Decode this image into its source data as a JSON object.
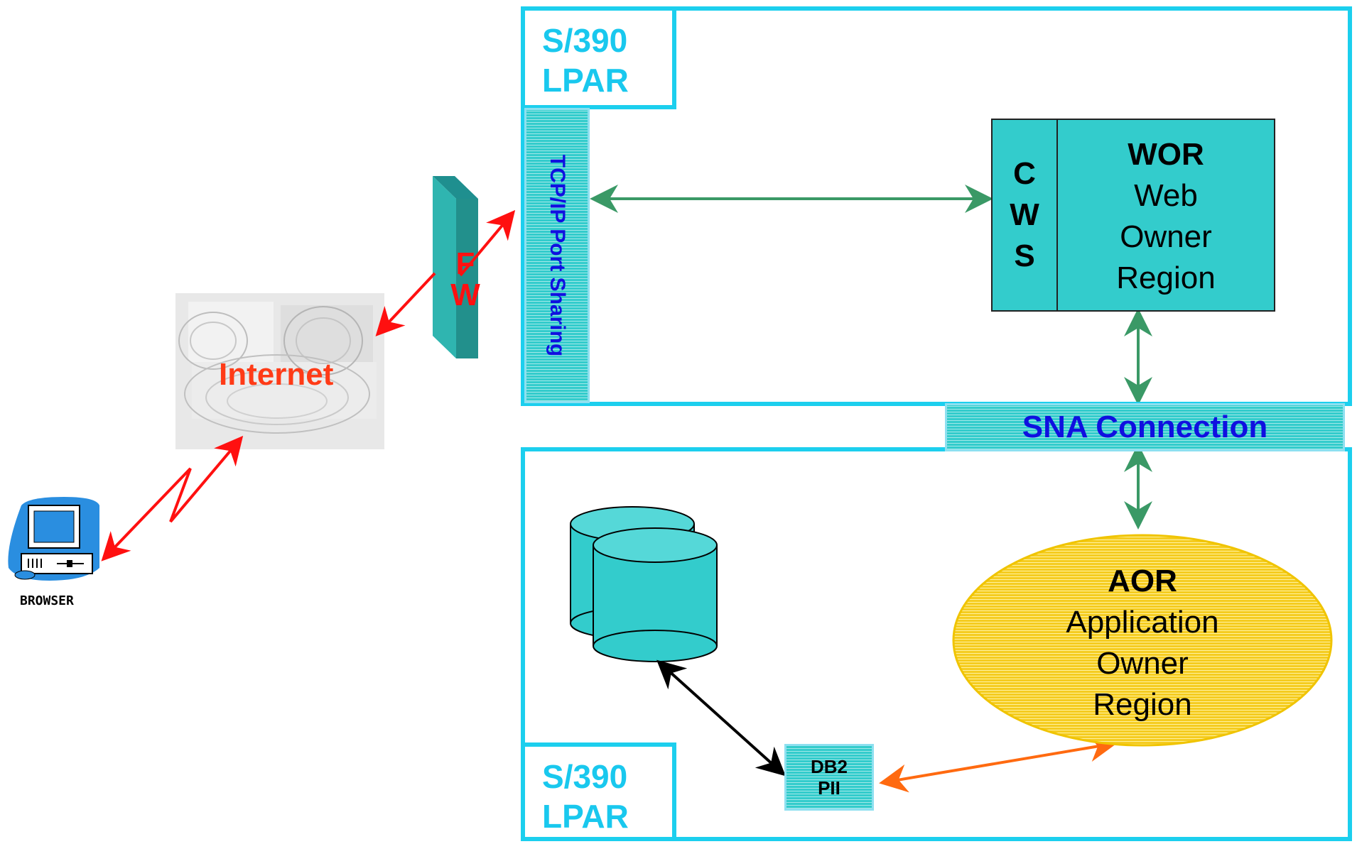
{
  "lpar_top": {
    "label_line1": "S/390",
    "label_line2": "LPAR"
  },
  "lpar_bottom": {
    "label_line1": "S/390",
    "label_line2": "LPAR"
  },
  "tcpip": {
    "label": "TCP/IP Port Sharing"
  },
  "sna": {
    "label": "SNA Connection"
  },
  "cws": {
    "letters": [
      "C",
      "W",
      "S"
    ]
  },
  "wor": {
    "title": "WOR",
    "lines": [
      "Web",
      "Owner",
      "Region"
    ]
  },
  "aor": {
    "title": "AOR",
    "lines": [
      "Application",
      "Owner",
      "Region"
    ]
  },
  "db2": {
    "line1": "DB2",
    "line2": "PII"
  },
  "internet": {
    "label": "Internet"
  },
  "firewall": {
    "letters": [
      "F",
      "W"
    ]
  },
  "browser": {
    "label": "BROWSER"
  },
  "colors": {
    "lpar_border": "#1ccfee",
    "teal_fill": "#33cccc",
    "green_arrow": "#3a9966",
    "red_arrow": "#ff1010",
    "orange_arrow": "#ff6a10",
    "aor_fill": "#f5cc20",
    "label_blue": "#1010e0"
  }
}
